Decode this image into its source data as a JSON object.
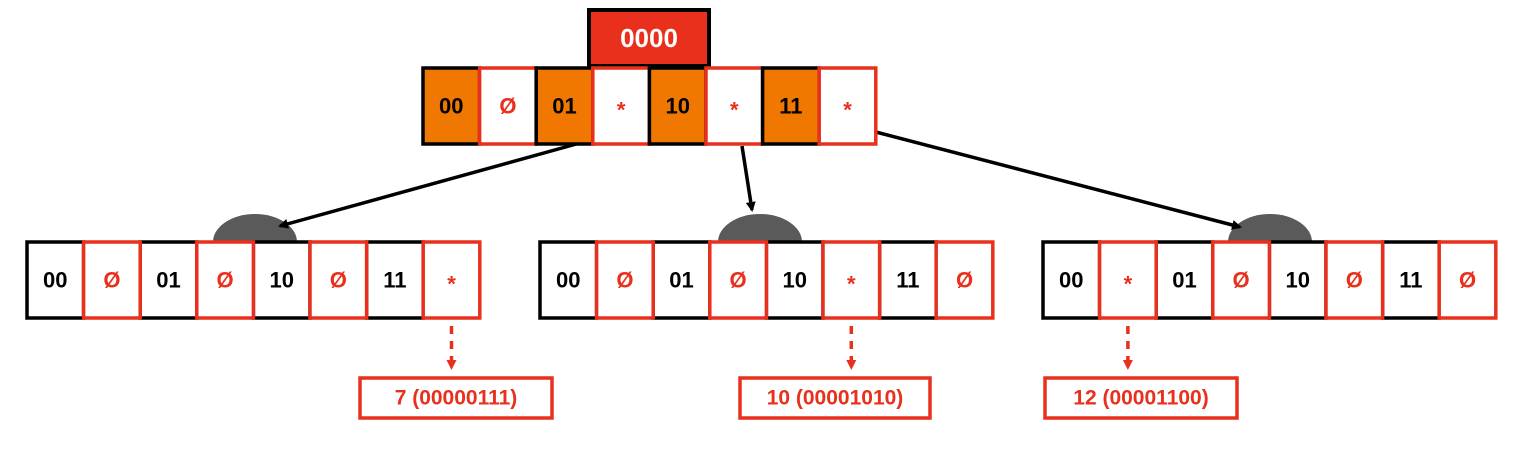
{
  "colors": {
    "red": "#e8301c",
    "orange": "#f07800",
    "black": "#000000",
    "hump": "#5a5a5a",
    "white": "#ffffff"
  },
  "root": {
    "prefix": "0000",
    "cells": [
      {
        "text": "00",
        "style": "orange"
      },
      {
        "text": "Ø",
        "style": "red"
      },
      {
        "text": "01",
        "style": "orange"
      },
      {
        "text": "*",
        "style": "red"
      },
      {
        "text": "10",
        "style": "orange"
      },
      {
        "text": "*",
        "style": "red"
      },
      {
        "text": "11",
        "style": "orange"
      },
      {
        "text": "*",
        "style": "red"
      }
    ]
  },
  "children": [
    {
      "cells": [
        {
          "text": "00",
          "style": "black"
        },
        {
          "text": "Ø",
          "style": "red"
        },
        {
          "text": "01",
          "style": "black"
        },
        {
          "text": "Ø",
          "style": "red"
        },
        {
          "text": "10",
          "style": "black"
        },
        {
          "text": "Ø",
          "style": "red"
        },
        {
          "text": "11",
          "style": "black"
        },
        {
          "text": "*",
          "style": "red"
        }
      ],
      "leaf": "7 (00000111)"
    },
    {
      "cells": [
        {
          "text": "00",
          "style": "black"
        },
        {
          "text": "Ø",
          "style": "red"
        },
        {
          "text": "01",
          "style": "black"
        },
        {
          "text": "Ø",
          "style": "red"
        },
        {
          "text": "10",
          "style": "black"
        },
        {
          "text": "*",
          "style": "red"
        },
        {
          "text": "11",
          "style": "black"
        },
        {
          "text": "Ø",
          "style": "red"
        }
      ],
      "leaf": "10 (00001010)"
    },
    {
      "cells": [
        {
          "text": "00",
          "style": "black"
        },
        {
          "text": "*",
          "style": "red"
        },
        {
          "text": "01",
          "style": "black"
        },
        {
          "text": "Ø",
          "style": "red"
        },
        {
          "text": "10",
          "style": "black"
        },
        {
          "text": "Ø",
          "style": "red"
        },
        {
          "text": "11",
          "style": "black"
        },
        {
          "text": "Ø",
          "style": "red"
        }
      ],
      "leaf": "12 (00001100)"
    }
  ]
}
